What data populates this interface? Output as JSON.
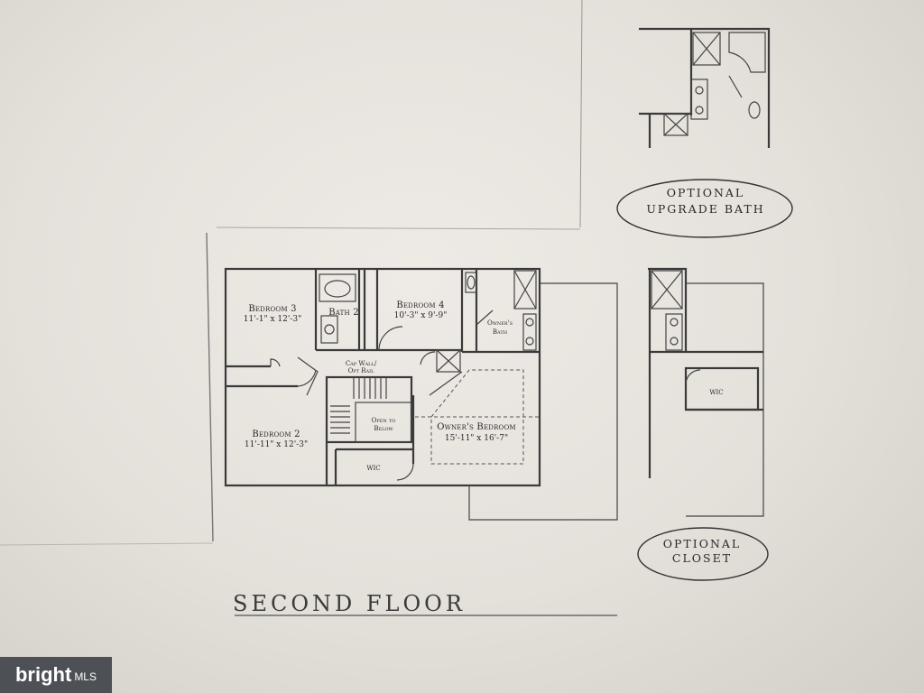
{
  "plan": {
    "title": "SECOND FLOOR",
    "rooms": {
      "bedroom3": {
        "name": "Bedroom 3",
        "dim": "11'-1\" x 12'-3\""
      },
      "bath2": {
        "name": "Bath 2"
      },
      "bedroom4": {
        "name": "Bedroom 4",
        "dim": "10'-3\" x 9'-9\""
      },
      "owners_bath": {
        "name_line1": "Owner's",
        "name_line2": "Bath"
      },
      "cap_wall": {
        "line1": "Cap Wall/",
        "line2": "Opt Rail"
      },
      "open_to_below": {
        "line1": "Open to",
        "line2": "Below"
      },
      "bedroom2": {
        "name": "Bedroom 2",
        "dim": "11'-11\" x 12'-3\""
      },
      "owners_bedroom": {
        "name": "Owner's Bedroom",
        "dim": "15'-11\" x 16'-7\""
      },
      "wic_main": {
        "name": "WIC"
      },
      "wic_option": {
        "name": "WIC"
      }
    },
    "options": {
      "upgrade_bath": {
        "line1": "OPTIONAL",
        "line2": "UPGRADE BATH"
      },
      "closet": {
        "line1": "OPTIONAL",
        "line2": "CLOSET"
      }
    }
  },
  "watermark": {
    "brand": "bright",
    "suffix": "MLS"
  }
}
